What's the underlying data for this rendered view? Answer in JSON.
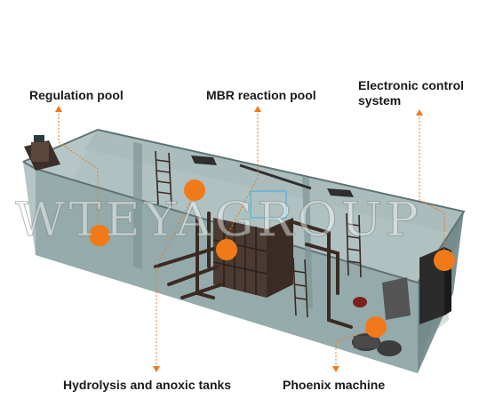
{
  "labels": {
    "regulation_pool": "Regulation pool",
    "mbr_reaction_pool": "MBR reaction pool",
    "electronic_control_line1": "Electronic control",
    "electronic_control_line2": "system",
    "hydrolysis_anoxic": "Hydrolysis and anoxic tanks",
    "phoenix_machine": "Phoenix machine"
  },
  "watermark": "WTEYAGROUP",
  "colors": {
    "marker": "#f07a1a",
    "pointer_line": "#f07a1a",
    "tank_glass": "#9fb2b2",
    "tank_dark": "#6f8585",
    "pipe": "#3a2a22"
  }
}
